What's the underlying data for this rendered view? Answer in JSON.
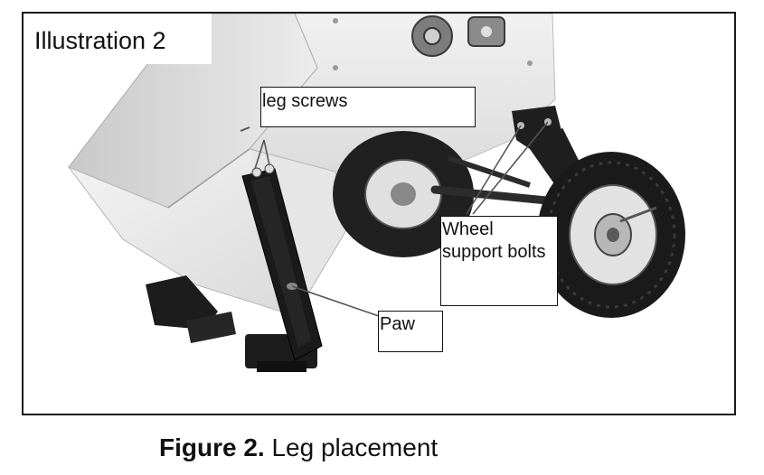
{
  "illustration": {
    "title": "Illustration 2",
    "labels": {
      "leg_screws": "leg screws",
      "wheel_support_bolts_line1": "Wheel",
      "wheel_support_bolts_line2": "support bolts",
      "paw": "Paw"
    }
  },
  "caption": {
    "figure_number": "Figure 2.",
    "text": "Leg placement"
  }
}
